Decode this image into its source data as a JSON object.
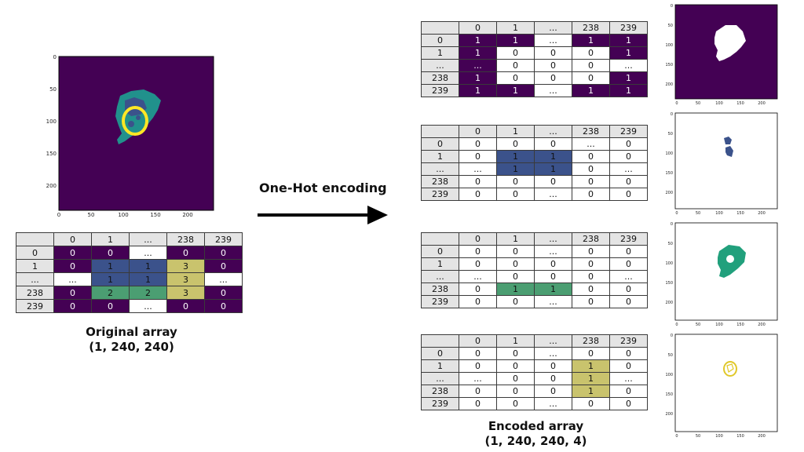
{
  "arrow_label": "One-Hot encoding",
  "original": {
    "caption_line1": "Original array",
    "caption_line2": "(1, 240, 240)",
    "col_headers": [
      "0",
      "1",
      "...",
      "238",
      "239"
    ],
    "rows": [
      {
        "label": "0",
        "cells": [
          "0",
          "0",
          "...",
          "0",
          "0"
        ],
        "colors": [
          "p",
          "p",
          "w",
          "p",
          "p"
        ]
      },
      {
        "label": "1",
        "cells": [
          "0",
          "1",
          "1",
          "3",
          "0"
        ],
        "colors": [
          "p",
          "b",
          "b",
          "y",
          "p"
        ]
      },
      {
        "label": "...",
        "cells": [
          "...",
          "1",
          "1",
          "3",
          "..."
        ],
        "colors": [
          "w",
          "b",
          "b",
          "y",
          "w"
        ]
      },
      {
        "label": "238",
        "cells": [
          "0",
          "2",
          "2",
          "3",
          "0"
        ],
        "colors": [
          "p",
          "g2",
          "g2",
          "y",
          "p"
        ]
      },
      {
        "label": "239",
        "cells": [
          "0",
          "0",
          "...",
          "0",
          "0"
        ],
        "colors": [
          "p",
          "p",
          "w",
          "p",
          "p"
        ]
      }
    ]
  },
  "encoded": {
    "caption_line1": "Encoded array",
    "caption_line2": "(1, 240, 240, 4)",
    "col_headers": [
      "0",
      "1",
      "...",
      "238",
      "239"
    ],
    "tables": [
      {
        "rows": [
          {
            "label": "0",
            "cells": [
              "1",
              "1",
              "...",
              "1",
              "1"
            ],
            "colors": [
              "p",
              "p",
              "w",
              "p",
              "p"
            ]
          },
          {
            "label": "1",
            "cells": [
              "1",
              "0",
              "0",
              "0",
              "1"
            ],
            "colors": [
              "p",
              "w",
              "w",
              "w",
              "p"
            ]
          },
          {
            "label": "...",
            "cells": [
              "...",
              "0",
              "0",
              "0",
              "..."
            ],
            "colors": [
              "p",
              "w",
              "w",
              "w",
              "w"
            ]
          },
          {
            "label": "238",
            "cells": [
              "1",
              "0",
              "0",
              "0",
              "1"
            ],
            "colors": [
              "p",
              "w",
              "w",
              "w",
              "p"
            ]
          },
          {
            "label": "239",
            "cells": [
              "1",
              "1",
              "...",
              "1",
              "1"
            ],
            "colors": [
              "p",
              "p",
              "w",
              "p",
              "p"
            ]
          }
        ]
      },
      {
        "rows": [
          {
            "label": "0",
            "cells": [
              "0",
              "0",
              "0",
              "...",
              "0"
            ],
            "colors": [
              "w",
              "w",
              "w",
              "w",
              "w"
            ]
          },
          {
            "label": "1",
            "cells": [
              "0",
              "1",
              "1",
              "0",
              "0"
            ],
            "colors": [
              "w",
              "b",
              "b",
              "w",
              "w"
            ]
          },
          {
            "label": "...",
            "cells": [
              "...",
              "1",
              "1",
              "0",
              "..."
            ],
            "colors": [
              "w",
              "b",
              "b",
              "w",
              "w"
            ]
          },
          {
            "label": "238",
            "cells": [
              "0",
              "0",
              "0",
              "0",
              "0"
            ],
            "colors": [
              "w",
              "w",
              "w",
              "w",
              "w"
            ]
          },
          {
            "label": "239",
            "cells": [
              "0",
              "0",
              "...",
              "0",
              "0"
            ],
            "colors": [
              "w",
              "w",
              "w",
              "w",
              "w"
            ]
          }
        ]
      },
      {
        "rows": [
          {
            "label": "0",
            "cells": [
              "0",
              "0",
              "...",
              "0",
              "0"
            ],
            "colors": [
              "w",
              "w",
              "w",
              "w",
              "w"
            ]
          },
          {
            "label": "1",
            "cells": [
              "0",
              "0",
              "0",
              "0",
              "0"
            ],
            "colors": [
              "w",
              "w",
              "w",
              "w",
              "w"
            ]
          },
          {
            "label": "...",
            "cells": [
              "...",
              "0",
              "0",
              "0",
              "..."
            ],
            "colors": [
              "w",
              "w",
              "w",
              "w",
              "w"
            ]
          },
          {
            "label": "238",
            "cells": [
              "0",
              "1",
              "1",
              "0",
              "0"
            ],
            "colors": [
              "w",
              "g2",
              "g2",
              "w",
              "w"
            ]
          },
          {
            "label": "239",
            "cells": [
              "0",
              "0",
              "...",
              "0",
              "0"
            ],
            "colors": [
              "w",
              "w",
              "w",
              "w",
              "w"
            ]
          }
        ]
      },
      {
        "rows": [
          {
            "label": "0",
            "cells": [
              "0",
              "0",
              "...",
              "0",
              "0"
            ],
            "colors": [
              "w",
              "w",
              "w",
              "w",
              "w"
            ]
          },
          {
            "label": "1",
            "cells": [
              "0",
              "0",
              "0",
              "1",
              "0"
            ],
            "colors": [
              "w",
              "w",
              "w",
              "y",
              "w"
            ]
          },
          {
            "label": "...",
            "cells": [
              "...",
              "0",
              "0",
              "1",
              "..."
            ],
            "colors": [
              "w",
              "w",
              "w",
              "y",
              "w"
            ]
          },
          {
            "label": "238",
            "cells": [
              "0",
              "0",
              "0",
              "1",
              "0"
            ],
            "colors": [
              "w",
              "w",
              "w",
              "y",
              "w"
            ]
          },
          {
            "label": "239",
            "cells": [
              "0",
              "0",
              "...",
              "0",
              "0"
            ],
            "colors": [
              "w",
              "w",
              "w",
              "w",
              "w"
            ]
          }
        ]
      }
    ]
  },
  "image_axes": {
    "x_ticks": [
      "0",
      "50",
      "100",
      "150",
      "200"
    ],
    "y_ticks": [
      "0",
      "50",
      "100",
      "150",
      "200"
    ]
  },
  "colors": {
    "purple": "#440154",
    "blue": "#3b528b",
    "teal": "#21918c",
    "yellow": "#fde725"
  }
}
